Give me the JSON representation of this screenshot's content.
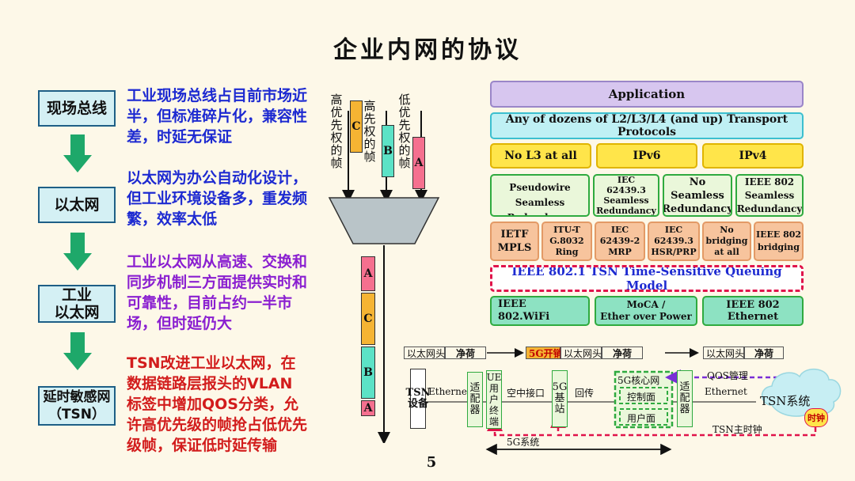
{
  "title": "企业内网的协议",
  "flow": [
    {
      "label": "现场总线",
      "desc": "工业现场总线占目前市场近半，但标准碎片化，兼容性差，时延无保证"
    },
    {
      "label": "以太网",
      "desc": "以太网为办公自动化设计，但工业环境设备多，重发频繁，效率太低"
    },
    {
      "label": "工业\n以太网",
      "desc": "工业以太网从高速、交换和同步机制三方面提供实时和可靠性，目前占约一半市场，但时延仍大"
    },
    {
      "label": "延时敏感网\n（TSN）",
      "desc": "TSN改进工业以太网，在数据链路层报头的VLAN标签中增加QOS分类，允许高优先级的帧抢占低优先级帧，保证低时延传输"
    }
  ],
  "priority": {
    "high": "高优先权的帧",
    "mid": "高先权的帧",
    "low": "低优先权的帧",
    "frame_c": "C",
    "frame_b": "B",
    "frame_a": "A"
  },
  "stack": {
    "application": "Application",
    "transport": "Any of dozens of L2/L3/L4 (and up) Transport Protocols",
    "l3": [
      "No L3 at all",
      "IPv6",
      "IPv4"
    ],
    "redundancy": [
      "IETF  MPLS\nPseudowire Seamless\nRedundancy",
      "IEC\n62439.3\nSeamless\nRedundancy",
      "No Seamless\nRedundancy",
      "IEEE 802\nSeamless\nRedundancy"
    ],
    "bridging": [
      "IETF\nMPLS",
      "ITU-T\nG.8032\nRing",
      "IEC\n62439-2\nMRP",
      "IEC\n62439.3\nHSR/PRP",
      "No\nbridging\nat all",
      "IEEE 802\nbridging"
    ],
    "tsn": "IEEE 802.1  TSN Time-Sensitive Queuing Model",
    "phy": [
      "IEEE\n802.WiFi",
      "MoCA /\nEther over Power",
      "IEEE 802 Ethernet"
    ]
  },
  "network": {
    "hdr1": "以太网头",
    "payload1": "净荷",
    "hdr5g": "5G开销",
    "hdr2": "以太网头",
    "payload2": "净荷",
    "hdr3": "以太网头",
    "payload3": "净荷",
    "tsn_device": "TSN设备",
    "ethernet_left": "Ethernet",
    "adapter_left": "适配器",
    "ue": "UE用户终端",
    "air": "空中接口",
    "gnb": "5G基站",
    "backhaul": "回传",
    "core": "5G核心网",
    "control": "控制面",
    "user_plane": "用户面",
    "adapter_right": "适配器",
    "ethernet_right": "Ethernet",
    "qos": "QOS管理",
    "tsn_system": "TSN系统",
    "clock": "时钟",
    "tsn_clock": "TSN主时钟",
    "system_5g": "5G系统"
  },
  "page_number": "5",
  "colors": {
    "accent_red": "#e0134a",
    "accent_purple": "#7a2ed6",
    "stack_green": "#2faa3f"
  }
}
